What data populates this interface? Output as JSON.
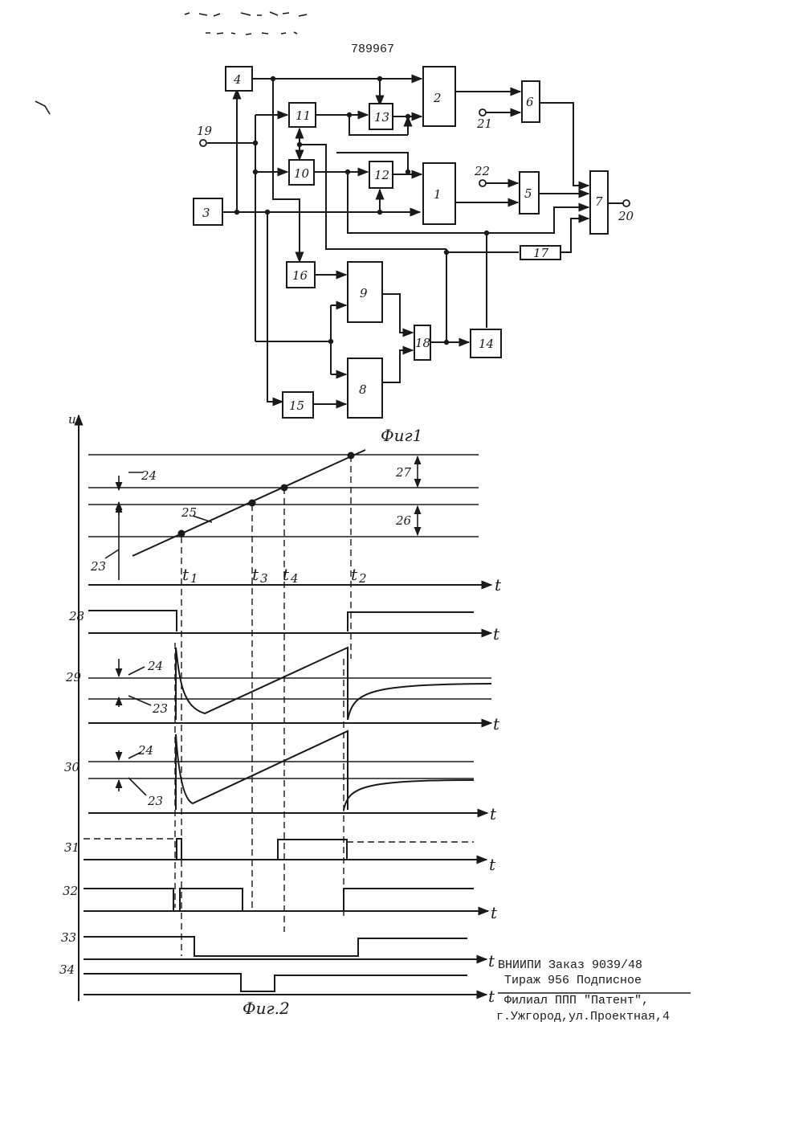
{
  "patent_number": "789967",
  "fig1": {
    "caption": "Фиг1",
    "blocks": [
      "1",
      "2",
      "3",
      "4",
      "5",
      "6",
      "7",
      "8",
      "9",
      "10",
      "11",
      "12",
      "13",
      "14",
      "15",
      "16",
      "17",
      "18"
    ],
    "terminals": [
      "19",
      "20",
      "21",
      "22"
    ]
  },
  "fig2": {
    "caption": "Фиг.2",
    "axis_u": "u",
    "axis_t": "t",
    "time_marks": [
      "t1",
      "t3",
      "t4",
      "t2"
    ],
    "time_mark_labels": [
      {
        "base": "t",
        "sub": "1"
      },
      {
        "base": "t",
        "sub": "3"
      },
      {
        "base": "t",
        "sub": "4"
      },
      {
        "base": "t",
        "sub": "2"
      }
    ],
    "ref_labels": [
      "23",
      "24",
      "25",
      "26",
      "27"
    ],
    "row_labels": [
      "28",
      "29",
      "30",
      "31",
      "32",
      "33",
      "34"
    ]
  },
  "footer": {
    "line1": "ВНИИПИ    Заказ 9039/48",
    "line2": "Тираж 956 Подписное",
    "line3": "Филиал ППП \"Патент\",",
    "line4": "г.Ужгород,ул.Проектная,4"
  }
}
